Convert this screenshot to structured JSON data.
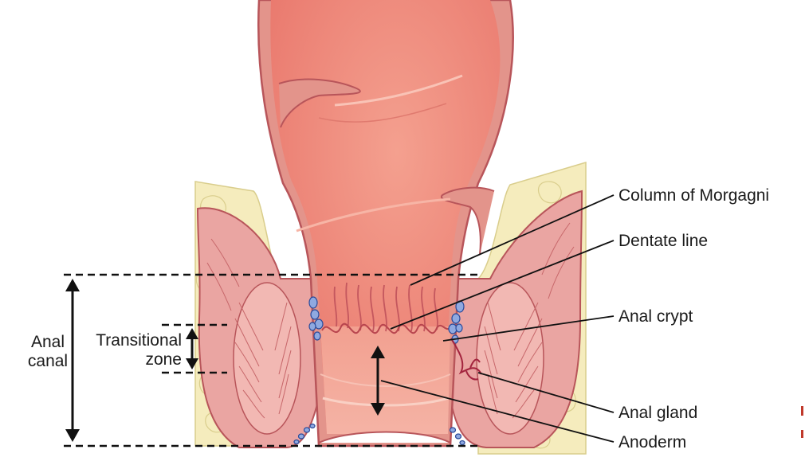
{
  "labels": {
    "column_of_morgagni": "Column of Morgagni",
    "dentate_line": "Dentate line",
    "anal_crypt": "Anal crypt",
    "anal_gland": "Anal gland",
    "anoderm": "Anoderm",
    "anal_canal_line1": "Anal",
    "anal_canal_line2": "canal",
    "transitional_line1": "Transitional",
    "transitional_line2": "zone"
  },
  "colors": {
    "fat": "#f5ecbd",
    "fat_outline": "#d9cd8c",
    "mucosa": "#f08a7e",
    "mucosa_light": "#f4a293",
    "wall": "#e3948b",
    "wall_dark": "#b8555a",
    "muscle": "#eaa5a2",
    "lymph": "#3b5fb0",
    "line": "#111111"
  }
}
